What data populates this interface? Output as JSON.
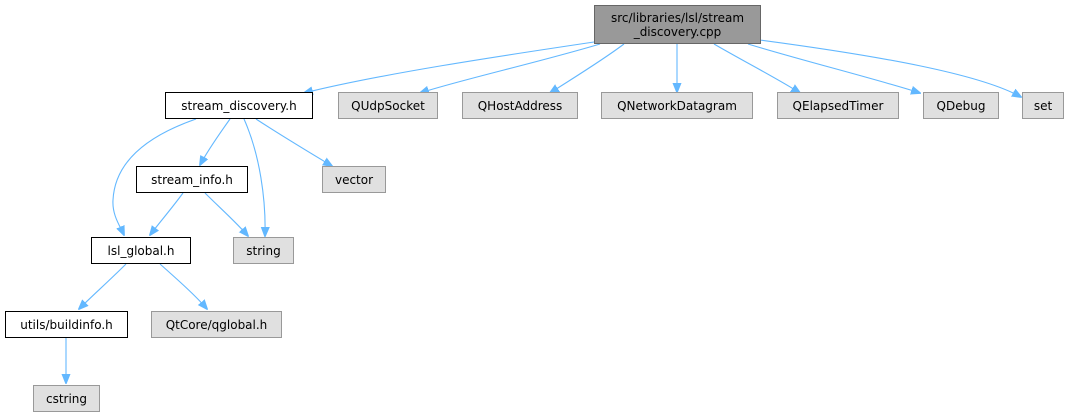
{
  "graph": {
    "root": {
      "line1": "src/libraries/lsl/stream",
      "line2": "_discovery.cpp"
    },
    "nodes": {
      "stream_discovery_h": "stream_discovery.h",
      "qudpsocket": "QUdpSocket",
      "qhostaddress": "QHostAddress",
      "qnetworkdatagram": "QNetworkDatagram",
      "qelapsedtimer": "QElapsedTimer",
      "qdebug": "QDebug",
      "set": "set",
      "stream_info_h": "stream_info.h",
      "vector": "vector",
      "string": "string",
      "lsl_global_h": "lsl_global.h",
      "utils_buildinfo_h": "utils/buildinfo.h",
      "qtcore_qglobal_h": "QtCore/qglobal.h",
      "cstring": "cstring"
    },
    "edges": [
      [
        "root",
        "stream_discovery_h"
      ],
      [
        "root",
        "qudpsocket"
      ],
      [
        "root",
        "qhostaddress"
      ],
      [
        "root",
        "qnetworkdatagram"
      ],
      [
        "root",
        "qelapsedtimer"
      ],
      [
        "root",
        "qdebug"
      ],
      [
        "root",
        "set"
      ],
      [
        "stream_discovery_h",
        "stream_info_h"
      ],
      [
        "stream_discovery_h",
        "vector"
      ],
      [
        "stream_discovery_h",
        "string"
      ],
      [
        "stream_discovery_h",
        "lsl_global_h"
      ],
      [
        "stream_info_h",
        "lsl_global_h"
      ],
      [
        "stream_info_h",
        "string"
      ],
      [
        "lsl_global_h",
        "utils_buildinfo_h"
      ],
      [
        "lsl_global_h",
        "qtcore_qglobal_h"
      ],
      [
        "utils_buildinfo_h",
        "cstring"
      ]
    ],
    "colors": {
      "edge": "#63b8ff",
      "root_fill": "#999999",
      "documented_fill": "#ffffff",
      "external_fill": "#e0e0e0"
    }
  }
}
